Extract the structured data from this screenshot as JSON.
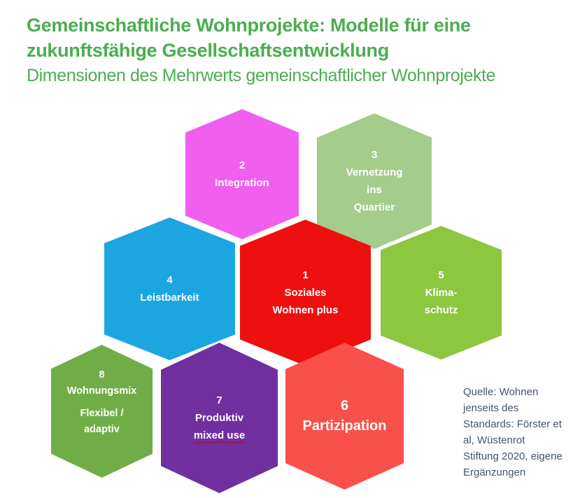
{
  "header": {
    "title_line1": "Gemeinschaftliche Wohnprojekte: Modelle für eine",
    "title_line2": "zukunftsfähige Gesellschaftsentwicklung",
    "subtitle": "Dimensionen des Mehrwerts gemeinschaftlicher Wohnprojekte",
    "title_color": "#4CAD50"
  },
  "hexes": {
    "h1": {
      "number": "1",
      "line1": "Soziales",
      "line2": "Wohnen plus",
      "color": "#EE0F0F"
    },
    "h2": {
      "number": "2",
      "line1": "Integration",
      "color": "#F05FEE"
    },
    "h3": {
      "number": "3",
      "line1": "Vernetzung",
      "line2": "ins",
      "line3": "Quartier",
      "color": "#A4CD8C"
    },
    "h4": {
      "number": "4",
      "line1": "Leistbarkeit",
      "color": "#1BA6E0"
    },
    "h5": {
      "number": "5",
      "line1": "Klima-",
      "line2": "schutz",
      "color": "#8DC63F"
    },
    "h6": {
      "number": "6",
      "line1": "Partizipation",
      "color": "#F9504B"
    },
    "h7": {
      "number": "7",
      "line1": "Produktiv",
      "line2": "mixed use",
      "color": "#7030A0"
    },
    "h8": {
      "number": "8",
      "line1": "Wohnungsmix",
      "line2": "Flexibel /",
      "line3": "adaptiv",
      "color": "#70AD47"
    }
  },
  "source_note": {
    "color": "#44546A",
    "line1": "Quelle: Wohnen",
    "line2": "jenseits des",
    "line3": "Standards: Förster et",
    "line4": "al, Wüstenrot",
    "line5": "Stiftung 2020, eigene",
    "line6": "Ergänzungen"
  }
}
